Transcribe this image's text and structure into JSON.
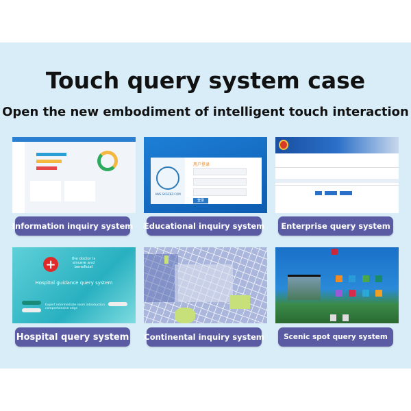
{
  "title": "Touch query system case",
  "subtitle": "Open the new embodiment of intelligent touch interaction",
  "colors": {
    "background": "#d9edf9",
    "label_bg": "#5b5ba3"
  },
  "cases": [
    {
      "label": "Information inquiry system"
    },
    {
      "label": "Educational inquiry system",
      "login_title": "用户登录",
      "site": "AWS.SXGZ8Z.COM",
      "login_button": "登录"
    },
    {
      "label": "Enterprise query system"
    },
    {
      "label": "Hospital query system",
      "slogan": "the doctor is sincere and beneficial",
      "heading": "Hospital guidance query system",
      "caption": "Expert intermediate room introduction comprehensive edge"
    },
    {
      "label": "Continental inquiry system"
    },
    {
      "label": "Scenic spot query system"
    }
  ]
}
